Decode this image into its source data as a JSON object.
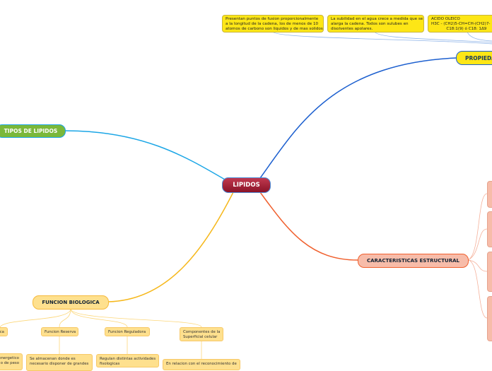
{
  "central": {
    "label": "LIPIDOS"
  },
  "propiedades": {
    "label": "PROPIEDA",
    "notes": [
      "Presentan puntos de fusion proporcionalmente\na la longitud de la cadena, los de menos de 10\natomos de carbono son liquidos y de mas solidos",
      "La subilidad en el agua crece a medida que se\nalarga la cadena. Todos son sulubes en\ndisolventes apolares.",
      "ACIDO OLEICO\nH3C - (CH2)5-CH=CH-(CH2)7-\n            C18:1(9) ó C18: 1Δ9"
    ]
  },
  "tipos": {
    "label": "TIPOS DE LIPIDOS"
  },
  "caracteristicas": {
    "label": "CARACTERISTICAS ESTRUCTURAL"
  },
  "funcion": {
    "label": "FUNCION BIOLOGICA",
    "children": [
      {
        "label": "ca",
        "detail": "energetico\no de peso"
      },
      {
        "label": "Funcion Reserva",
        "detail": "Se almacenan donde es\nnecesario disponer de grandes"
      },
      {
        "label": "Funcion Reguladora",
        "detail": "Regulan distintas actividades\nfisologicas"
      },
      {
        "label": "Componentes de la\nSuperficial celular",
        "detail": "En relacion con el reconocimiento de"
      }
    ]
  },
  "colors": {
    "central": "#9b1b30",
    "propiedades": "#fde616",
    "tipos": "#7ab83a",
    "caracteristicas": "#f7bca9",
    "funcion": "#fee08e"
  }
}
